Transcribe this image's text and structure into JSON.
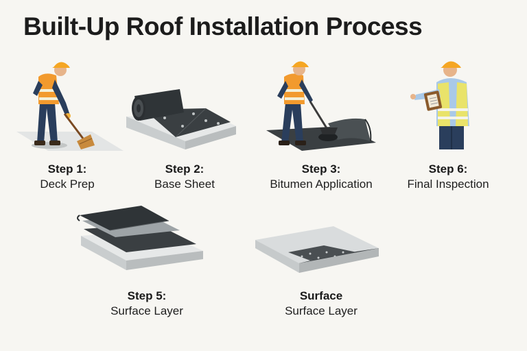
{
  "title": "Built-Up Roof Installation Process",
  "steps": [
    {
      "number": "Step 1:",
      "name": "Deck Prep"
    },
    {
      "number": "Step 2:",
      "name": "Base Sheet"
    },
    {
      "number": "Step 3:",
      "name": "Bitumen Application"
    },
    {
      "number": "Step 6:",
      "name": "Final Inspection"
    },
    {
      "number": "Step 5:",
      "name": "Surface Layer"
    },
    {
      "number": "Surface",
      "name": "Surface Layer"
    }
  ],
  "colors": {
    "safety_vest": "#f29a2e",
    "hard_hat": "#f5a623",
    "inspector_vest": "#e9e36a",
    "membrane_dark": "#3a3f42",
    "deck_gray": "#c9cdce"
  },
  "icons": [
    "worker-sweeping-icon",
    "base-sheet-roll-icon",
    "worker-bitumen-icon",
    "inspector-clipboard-icon",
    "roof-layers-icon",
    "surface-slab-icon"
  ]
}
